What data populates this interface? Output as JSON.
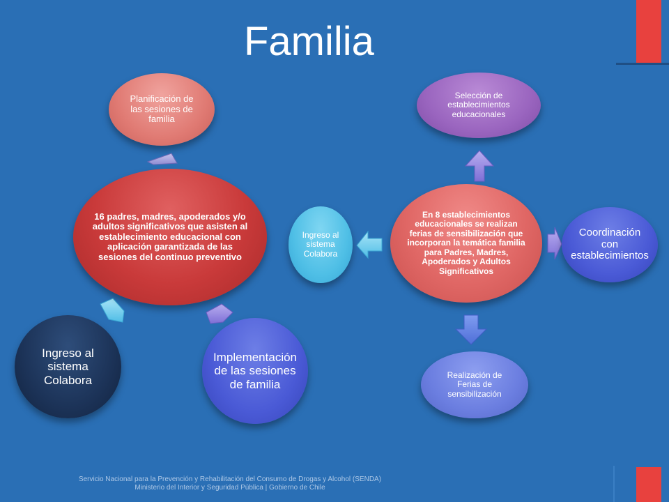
{
  "title": "Familia",
  "colors": {
    "background": "#2a6fb5",
    "accent_red": "#e8413e",
    "arrow_lavender": "#a9a6dc",
    "arrow_cyan": "#7cd1ef",
    "arrow_purple": "#9f8fe0"
  },
  "left_cycle": {
    "center": "16 padres, madres, apoderados y/o adultos significativos que asisten al establecimiento educacional con aplicación garantizada de las sesiones del continuo preventivo",
    "planificacion": "Planificación de las sesiones de familia",
    "implementacion": "Implementación de las sesiones de familia",
    "ingreso": "Ingreso al sistema Colabora"
  },
  "right_cycle": {
    "center": "En 8 establecimientos educacionales se realizan ferias de sensibilización que incorporan la temática familia para Padres, Madres, Apoderados y Adultos Significativos",
    "seleccion": "Selección de establecimientos educacionales",
    "coordinacion": "Coordinación con establecimientos",
    "ingreso": "Ingreso al sistema Colabora",
    "realizacion": "Realización de Ferias de sensibilización"
  },
  "footer": {
    "line1": "Servicio Nacional para la Prevención y Rehabilitación del Consumo de Drogas y Alcohol (SENDA)",
    "line2": "Ministerio del Interior y Seguridad Pública | Gobierno de Chile"
  }
}
